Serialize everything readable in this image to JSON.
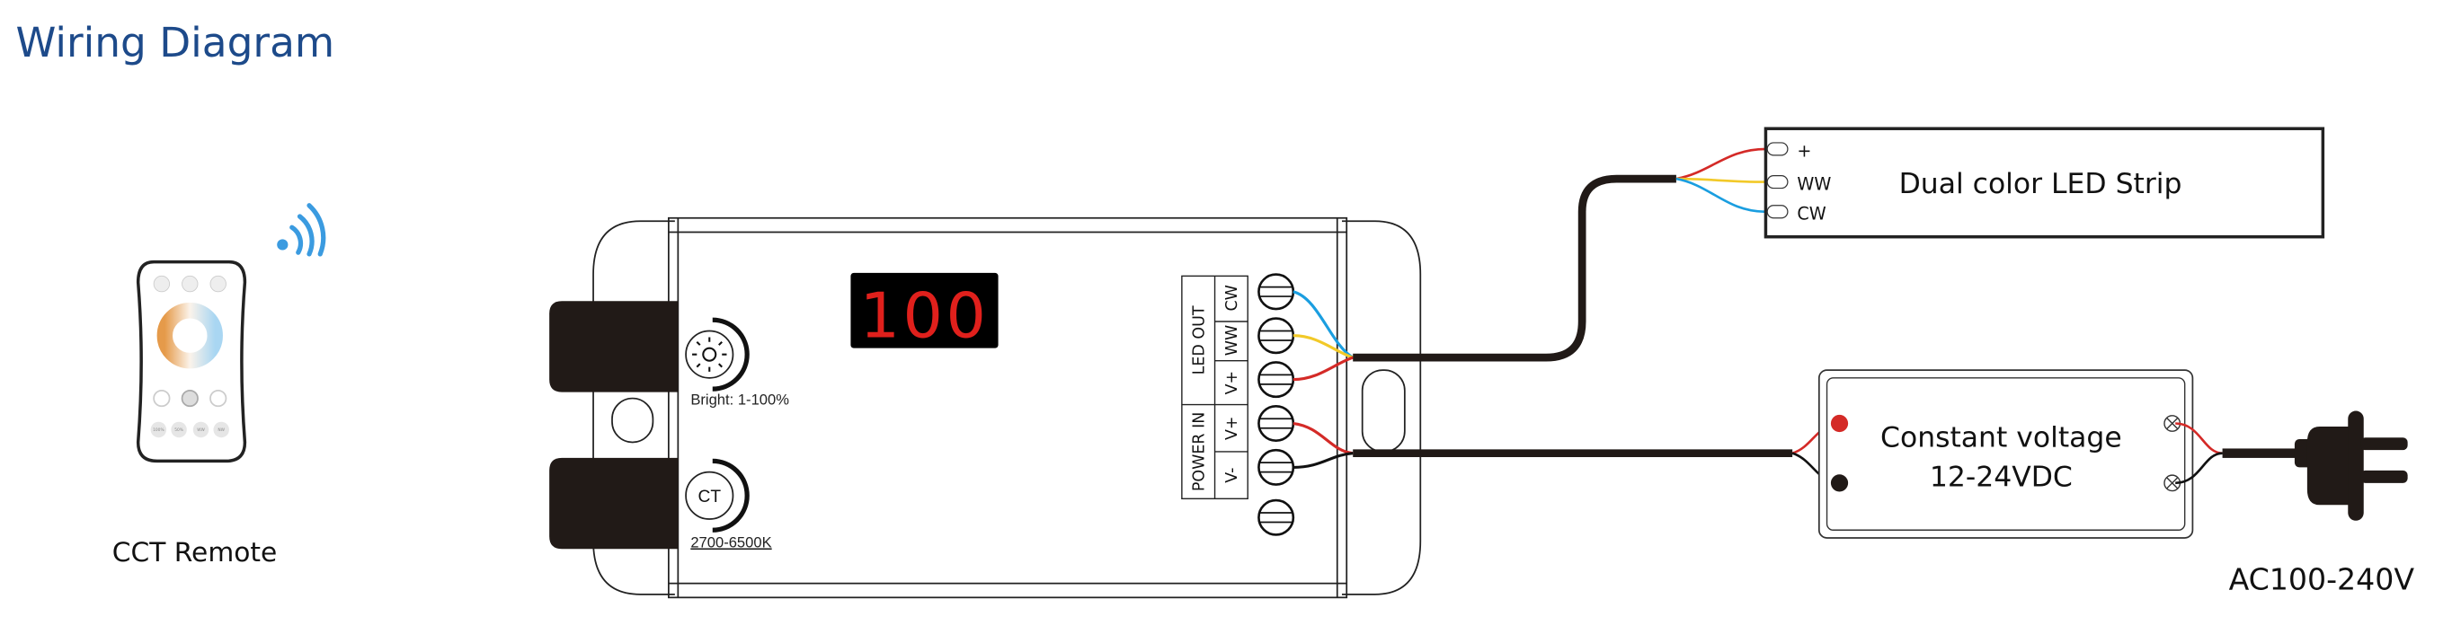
{
  "title": "Wiring Diagram",
  "remote": {
    "label": "CCT Remote",
    "buttons": [
      "100%",
      "50%",
      "WW",
      "NW"
    ]
  },
  "controller": {
    "display_value": "100",
    "brightness_label": "Bright: 1-100%",
    "ct_button": "CT",
    "ct_label": "2700-6500K",
    "led_out_label": "LED OUT",
    "power_in_label": "POWER IN",
    "terminals": [
      "CW",
      "WW",
      "V+",
      "V+",
      "V-"
    ]
  },
  "led_strip": {
    "title": "Dual color LED Strip",
    "pins": [
      "+",
      "WW",
      "CW"
    ]
  },
  "power_supply": {
    "line1": "Constant voltage",
    "line2": "12-24VDC"
  },
  "mains_label": "AC100-240V",
  "colors": {
    "title": "#1d4a8a",
    "wire_red": "#d42a27",
    "wire_yellow": "#f2c928",
    "wire_blue": "#1a9ee0",
    "wifi": "#3b9be0",
    "display_red": "#e0201c"
  }
}
